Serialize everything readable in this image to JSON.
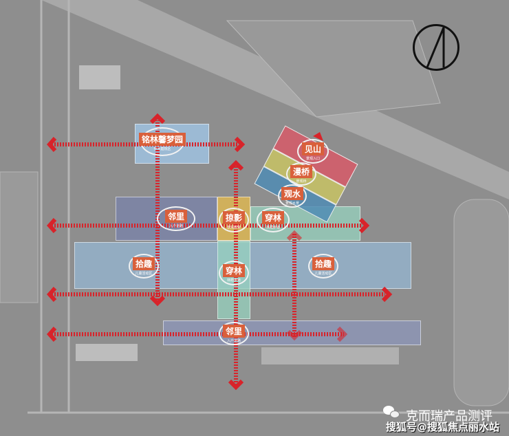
{
  "labels": [
    {
      "title": "铭林馨梦园",
      "subtitle": "乔木庭院区"
    },
    {
      "title": "邻里",
      "subtitle": "入户道路"
    },
    {
      "title": "掠影",
      "subtitle": "景观廊架"
    },
    {
      "title": "穿林",
      "subtitle": "林荫步道"
    },
    {
      "title": "见山",
      "subtitle": "景观入口"
    },
    {
      "title": "漫桥",
      "subtitle": "景观桥"
    },
    {
      "title": "观水",
      "subtitle": "景观水景"
    },
    {
      "title": "拾趣",
      "subtitle": "儿童活动区"
    },
    {
      "title": "穿林",
      "subtitle": "林荫步道"
    },
    {
      "title": "拾趣",
      "subtitle": "儿童活动区"
    },
    {
      "title": "邻里",
      "subtitle": "入户道路"
    }
  ],
  "watermark": {
    "account": "克而瑞产品测评",
    "source": "搜狐号@搜狐焦点丽水站"
  },
  "colors": {
    "arrow": "#d8232a",
    "label": "#d9603b"
  }
}
